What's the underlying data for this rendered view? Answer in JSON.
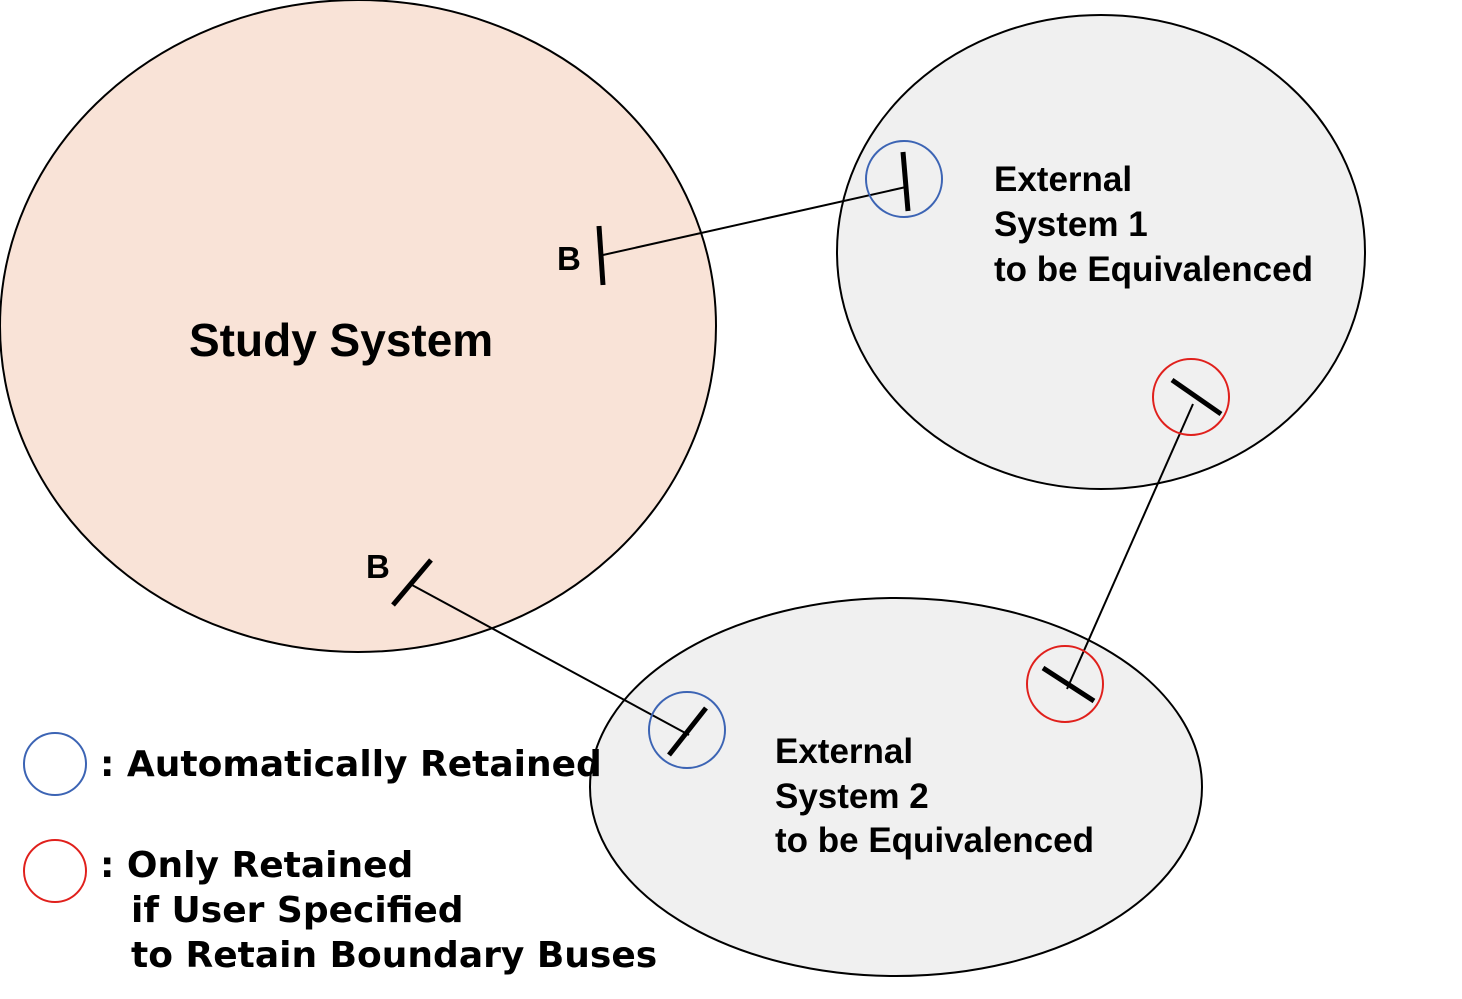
{
  "study_system": {
    "label": "Study System",
    "fill": "#f9e3d7",
    "bus_labels": [
      "B",
      "B"
    ]
  },
  "external_system_1": {
    "lines": [
      "External",
      "System 1",
      "to be Equivalenced"
    ],
    "fill": "#f0f0f0"
  },
  "external_system_2": {
    "lines": [
      "External",
      "System 2",
      "to be Equivalenced"
    ],
    "fill": "#f0f0f0"
  },
  "colors": {
    "auto_retained": "#3c64b4",
    "user_retained": "#e0201c",
    "outline": "#000000"
  },
  "legend": {
    "auto_retained": {
      "label": ": Automatically Retained"
    },
    "user_retained": {
      "lines": [
        ": Only Retained",
        "if User Specified",
        "to Retain Boundary Buses"
      ]
    }
  }
}
